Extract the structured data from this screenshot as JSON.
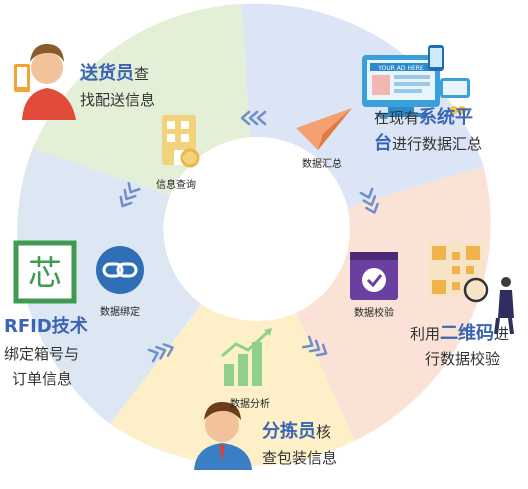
{
  "segments": [
    {
      "id": "deliveryman",
      "color": "#e4efd8"
    },
    {
      "id": "system",
      "color": "#dbe5f5"
    },
    {
      "id": "qr",
      "color": "#fae3d6"
    },
    {
      "id": "sorter",
      "color": "#fdf0c8"
    },
    {
      "id": "rfid",
      "color": "#dde6f3"
    }
  ],
  "texts": {
    "delivery_highlight": "送货员",
    "delivery_rest1": "查",
    "delivery_rest2": "找配送信息",
    "system_line1_a": "在现有",
    "system_line1_b": "系统平",
    "system_line2_a": "台",
    "system_line2_b": "进行数据汇总",
    "qr_line1_a": "利用",
    "qr_line1_b": "二维码",
    "qr_line1_c": "进",
    "qr_line2": "行数据校验",
    "sorter_highlight": "分拣员",
    "sorter_rest1": "核",
    "sorter_rest2": "查包装信息",
    "rfid_highlight": "RFID技术",
    "rfid_line2": "绑定箱号与",
    "rfid_line3": "订单信息"
  },
  "steps": {
    "info_query": "信息查询",
    "data_summary": "数据汇总",
    "data_check": "数据校验",
    "data_analysis": "数据分析",
    "data_bind": "数据绑定"
  },
  "icons": {
    "chip_char": "芯",
    "screen_text": "YOUR AD HERE"
  },
  "colors": {
    "accent_blue": "#3a64b4",
    "arrow_blue": "#6f8fca",
    "check_purple": "#6a3fa0",
    "link_blue": "#2f6fb6",
    "chip_green": "#3f9b4f",
    "building_yellow": "#f2d27a",
    "chart_green": "#8fd18a"
  }
}
